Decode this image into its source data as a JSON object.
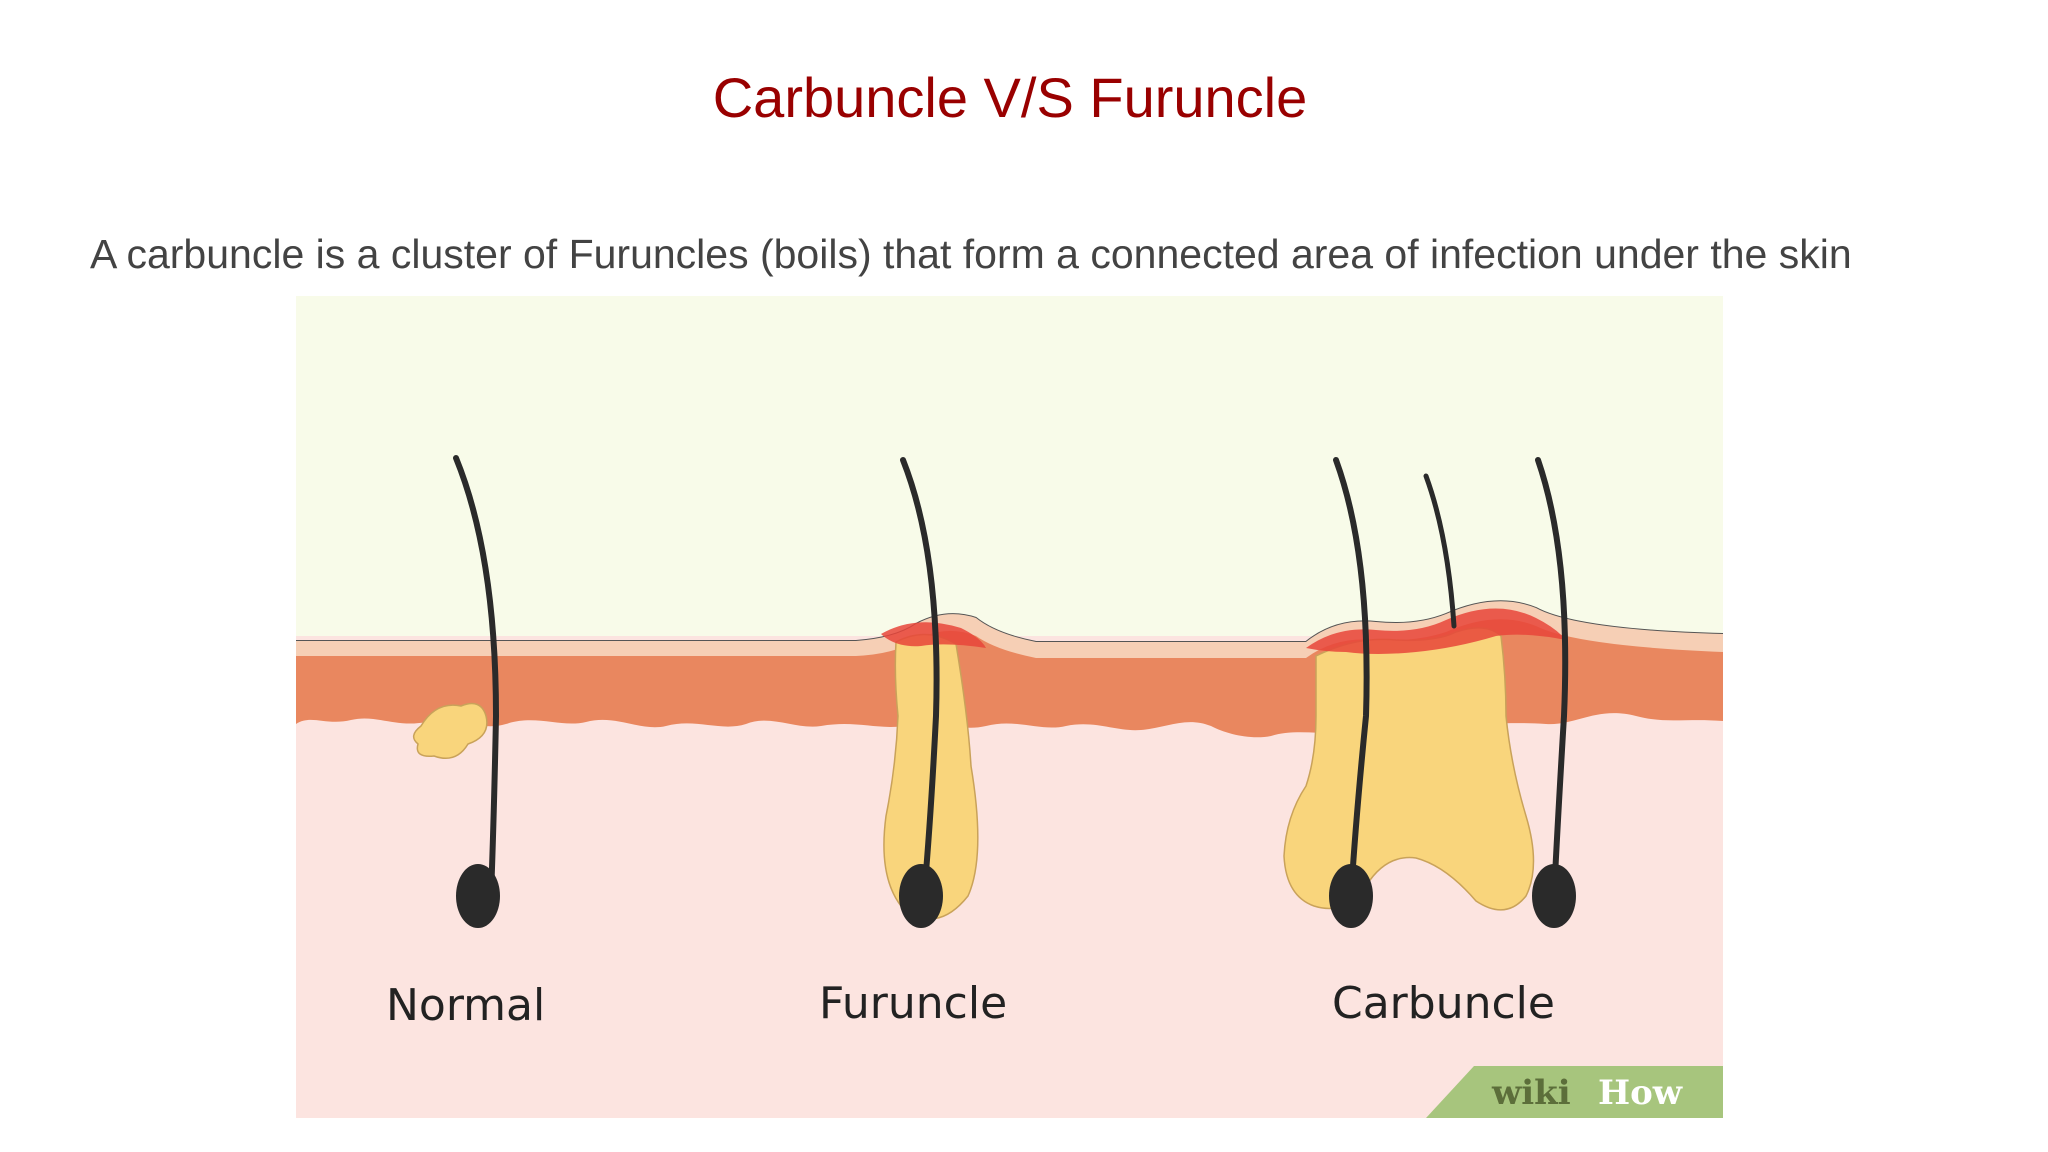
{
  "slide": {
    "title": "Carbuncle V/S Furuncle",
    "body": "A carbuncle is a cluster of Furuncles (boils) that form a connected area of infection under the skin"
  },
  "diagram": {
    "labels": {
      "normal": "Normal",
      "furuncle": "Furuncle",
      "carbuncle": "Carbuncle"
    },
    "watermark": {
      "wiki": "wiki",
      "how": "How"
    },
    "colors": {
      "title": "#990000",
      "body_text": "#434343",
      "sky": "#f8fbe9",
      "deep_skin": "#fce4e0",
      "epidermis": "#e9875f",
      "surface": "#f6cfb5",
      "pus": "#f9d57c",
      "inflamed": "#e8453a",
      "hair": "#2a2a2a",
      "watermark_band": "#a7c57d"
    }
  }
}
